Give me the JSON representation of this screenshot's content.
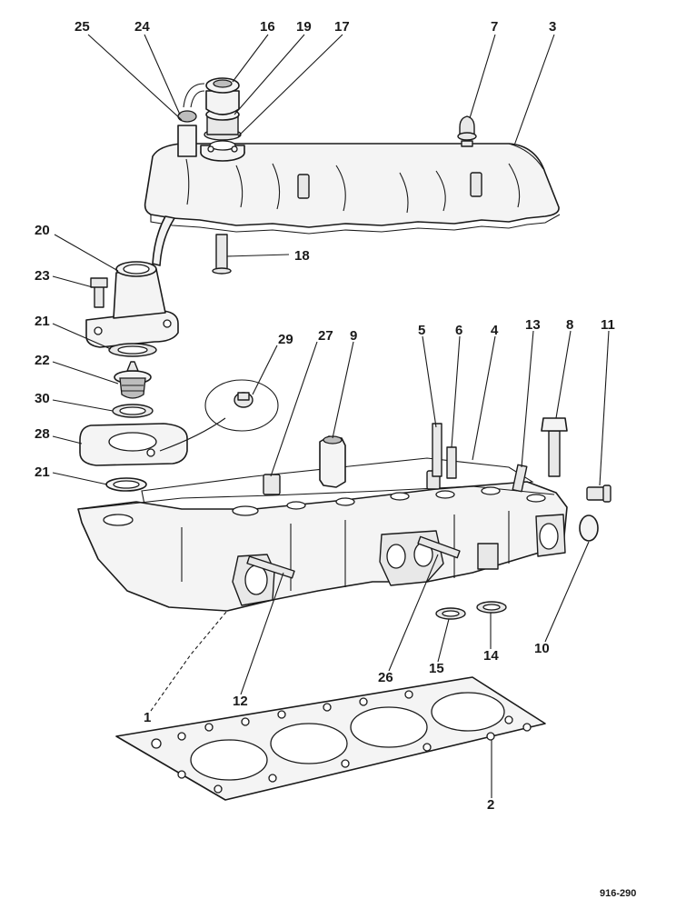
{
  "diagram": {
    "part_numbers": [
      "25",
      "24",
      "16",
      "19",
      "17",
      "7",
      "3",
      "20",
      "18",
      "23",
      "21",
      "22",
      "30",
      "28",
      "29",
      "27",
      "9",
      "5",
      "6",
      "4",
      "13",
      "8",
      "11",
      "10",
      "14",
      "15",
      "26",
      "12",
      "1",
      "2"
    ],
    "labels": {
      "p25": "25",
      "p24": "24",
      "p16": "16",
      "p19": "19",
      "p17": "17",
      "p7": "7",
      "p3": "3",
      "p20": "20",
      "p18": "18",
      "p23": "23",
      "p21a": "21",
      "p22": "22",
      "p30": "30",
      "p28": "28",
      "p29": "29",
      "p27": "27",
      "p9": "9",
      "p5": "5",
      "p6": "6",
      "p4": "4",
      "p13": "13",
      "p8": "8",
      "p11": "11",
      "p21b": "21",
      "p10": "10",
      "p14": "14",
      "p15": "15",
      "p26": "26",
      "p12": "12",
      "p1": "1",
      "p2": "2"
    },
    "reference": "916-290"
  },
  "colors": {
    "ink": "#1a1a1a",
    "background": "#ffffff"
  }
}
